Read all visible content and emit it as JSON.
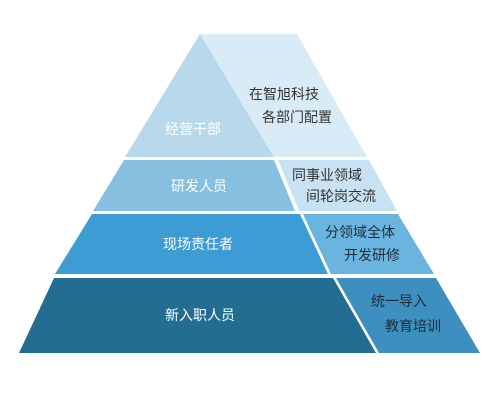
{
  "colors": {
    "background": "#ffffff",
    "separator": "#ffffff",
    "tiers": [
      {
        "left": "#b8d8ec",
        "right": "#d8ebf6",
        "left_text": "#ffffff",
        "right_text": "#333333"
      },
      {
        "left": "#86bfe0",
        "right": "#c7e2f2",
        "left_text": "#ffffff",
        "right_text": "#333333"
      },
      {
        "left": "#3e9cd4",
        "right": "#6ab5e0",
        "left_text": "#ffffff",
        "right_text": "#1f2d3a"
      },
      {
        "left": "#236d92",
        "right": "#3c8fbe",
        "left_text": "#ffffff",
        "right_text": "#1f2d3a"
      }
    ]
  },
  "tiers": [
    {
      "role": "经营干部",
      "program": [
        "在智旭科技",
        "各部门配置"
      ]
    },
    {
      "role": "研发人员",
      "program": [
        "同事业领域",
        "间轮岗交流"
      ]
    },
    {
      "role": "现场责任者",
      "program": [
        "分领域全体",
        "开发研修"
      ]
    },
    {
      "role": "新入职人员",
      "program": [
        "统一导入",
        "教育培训"
      ]
    }
  ]
}
